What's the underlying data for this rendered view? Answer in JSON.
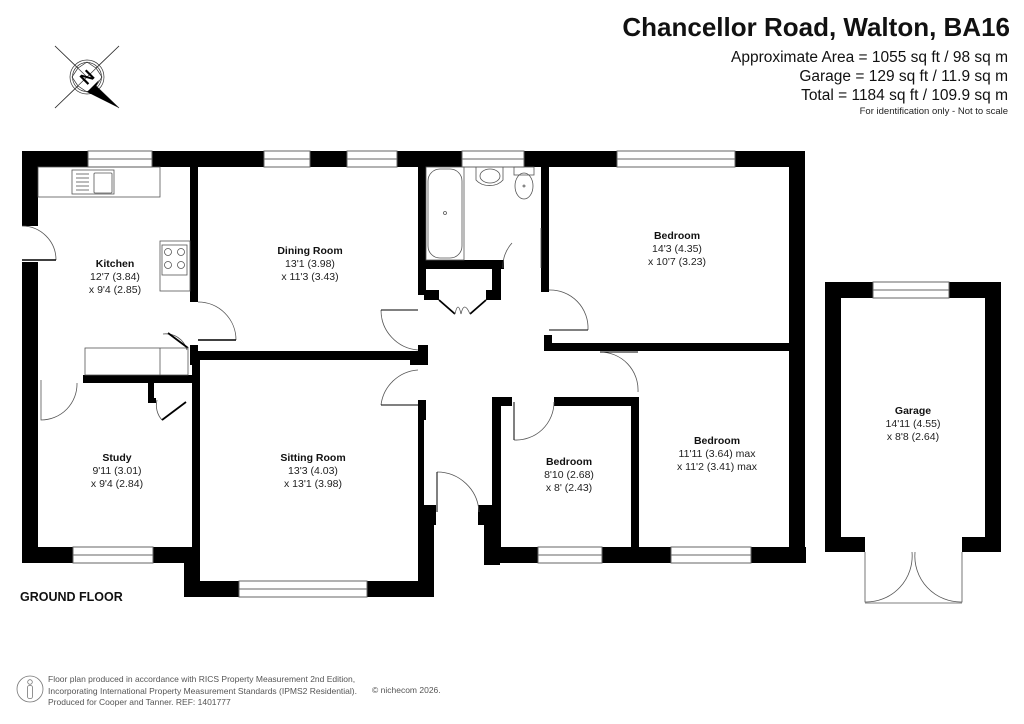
{
  "header": {
    "title": "Chancellor Road, Walton, BA16",
    "areas": [
      "Approximate Area = 1055 sq ft / 98 sq m",
      "Garage = 129 sq ft / 11.9 sq m",
      "Total = 1184 sq ft / 109.9 sq m"
    ],
    "disclaimer": "For identification only - Not to scale"
  },
  "compass": {
    "icon": "compass-north-icon",
    "letter": "N"
  },
  "floor_label": "GROUND FLOOR",
  "rooms": [
    {
      "name": "Kitchen",
      "dim1": "12'7 (3.84)",
      "dim2": "x 9'4 (2.85)"
    },
    {
      "name": "Dining Room",
      "dim1": "13'1 (3.98)",
      "dim2": "x 11'3 (3.43)"
    },
    {
      "name": "Bedroom",
      "dim1": "14'3 (4.35)",
      "dim2": "x 10'7 (3.23)"
    },
    {
      "name": "Study",
      "dim1": "9'11 (3.01)",
      "dim2": "x 9'4 (2.84)"
    },
    {
      "name": "Sitting Room",
      "dim1": "13'3 (4.03)",
      "dim2": "x 13'1 (3.98)"
    },
    {
      "name": "Bedroom",
      "dim1": "8'10 (2.68)",
      "dim2": "x 8' (2.43)"
    },
    {
      "name": "Bedroom",
      "dim1": "11'11 (3.64) max",
      "dim2": "x 11'2 (3.41) max"
    },
    {
      "name": "Garage",
      "dim1": "14'11 (4.55)",
      "dim2": "x 8'8 (2.64)"
    }
  ],
  "footer": {
    "lines": [
      "Floor plan produced in accordance with RICS Property Measurement 2nd Edition,",
      "Incorporating International Property Measurement Standards (IPMS2 Residential).",
      "Produced for Cooper and Tanner.   REF: 1401777"
    ],
    "copyright": "© nichecom 2026.",
    "icon": "person-info-icon"
  },
  "colors": {
    "wall": "#000000",
    "fixture": "#555555",
    "window": "#666666",
    "background": "#ffffff"
  }
}
